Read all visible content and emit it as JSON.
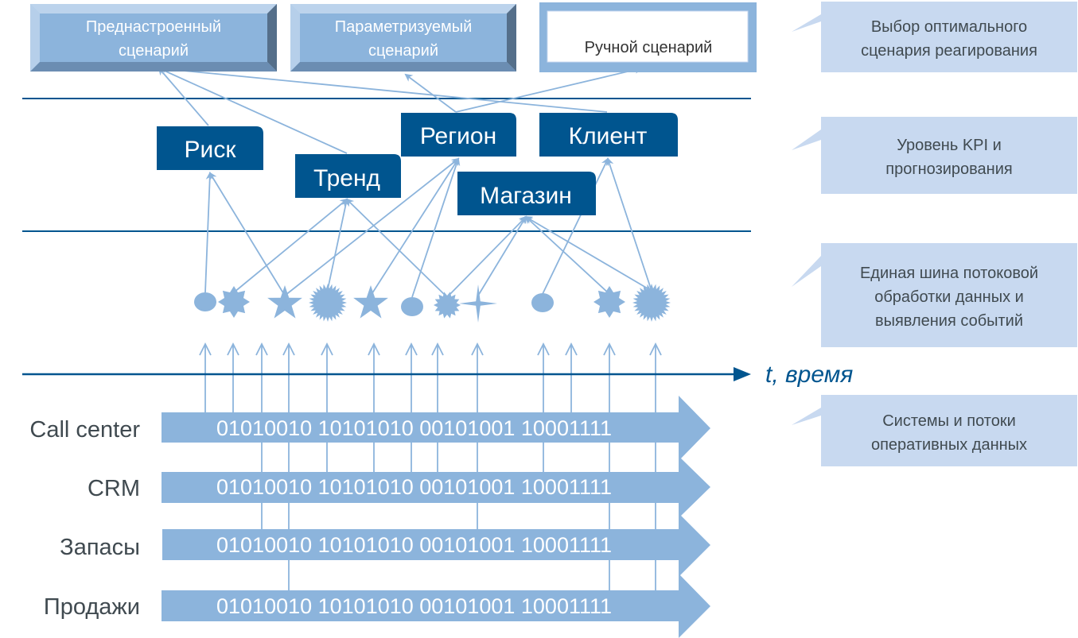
{
  "colors": {
    "dark_blue": "#00558f",
    "light_blue": "#8cb4dc",
    "callout_bg": "#c8d9f0",
    "callout_text": "#404a50",
    "white": "#ffffff"
  },
  "scenarios": [
    {
      "id": "predefined",
      "lines": [
        "Преднастроенный",
        "сценарий"
      ],
      "style": "bevel"
    },
    {
      "id": "parametrized",
      "lines": [
        "Параметризуемый",
        "сценарий"
      ],
      "style": "bevel"
    },
    {
      "id": "manual",
      "lines": [
        "Ручной сценарий"
      ],
      "style": "frame"
    }
  ],
  "kpi_boxes": [
    {
      "id": "risk",
      "label": "Риск"
    },
    {
      "id": "trend",
      "label": "Тренд"
    },
    {
      "id": "region",
      "label": "Регион"
    },
    {
      "id": "client",
      "label": "Клиент"
    },
    {
      "id": "store",
      "label": "Магазин"
    }
  ],
  "events": [
    {
      "shape": "ellipse"
    },
    {
      "shape": "star8"
    },
    {
      "shape": "star5"
    },
    {
      "shape": "burst"
    },
    {
      "shape": "star5"
    },
    {
      "shape": "ellipse"
    },
    {
      "shape": "burst-small"
    },
    {
      "shape": "star4"
    },
    {
      "shape": "ellipse"
    },
    {
      "shape": "star8"
    },
    {
      "shape": "burst"
    }
  ],
  "time_axis": {
    "label": "t, время"
  },
  "streams": [
    {
      "name": "Call center",
      "bits": "01010010 10101010 00101001 10001111"
    },
    {
      "name": "CRM",
      "bits": "01010010 10101010 00101001 10001111"
    },
    {
      "name": "Запасы",
      "bits": "01010010 10101010 00101001 10001111"
    },
    {
      "name": "Продажи",
      "bits": "01010010 10101010 00101001 10001111"
    }
  ],
  "callouts": [
    {
      "id": "scenario-level",
      "lines": [
        "Выбор оптимального",
        "сценария реагирования"
      ]
    },
    {
      "id": "kpi-level",
      "lines": [
        "Уровень KPI и",
        "прогнозирования"
      ]
    },
    {
      "id": "event-bus-level",
      "lines": [
        "Единая шина потоковой",
        "обработки данных и",
        "выявления событий"
      ]
    },
    {
      "id": "systems-level",
      "lines": [
        "Системы и потоки",
        "оперативных данных"
      ]
    }
  ]
}
